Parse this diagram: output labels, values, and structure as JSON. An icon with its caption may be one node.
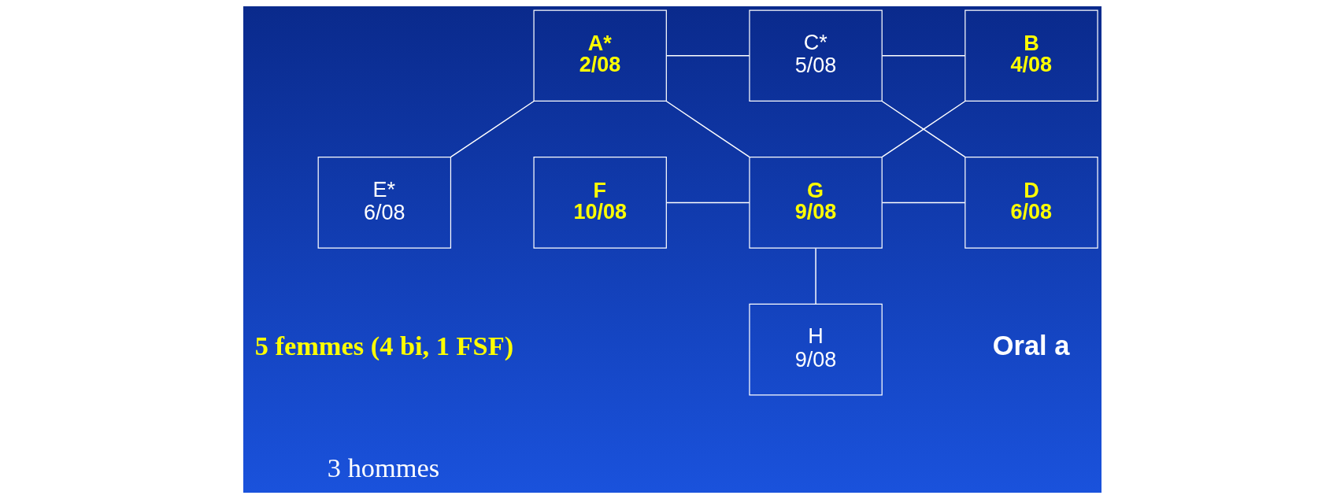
{
  "diagram": {
    "nodes": [
      {
        "text": [
          "A*",
          "2/08"
        ]
      },
      {
        "text": [
          "C*",
          "5/08"
        ]
      },
      {
        "text": [
          "B",
          "4/08"
        ]
      },
      {
        "text": [
          "E*",
          "6/08"
        ]
      },
      {
        "text": [
          "F",
          "10/08"
        ]
      },
      {
        "text": [
          "G",
          "9/08"
        ]
      },
      {
        "text": [
          "D",
          "6/08"
        ]
      },
      {
        "text": [
          "H",
          "9/08"
        ]
      }
    ],
    "edges": [
      {
        "from": 0,
        "to": 1,
        "arrow": "none"
      },
      {
        "from": 1,
        "to": 2,
        "arrow": "none"
      },
      {
        "from": 0,
        "to": 5,
        "arrow": "none"
      },
      {
        "from": 1,
        "to": 6,
        "arrow": "none"
      },
      {
        "from": 2,
        "to": 5,
        "arrow": "none"
      },
      {
        "from": 0,
        "to": 3,
        "arrow": "none"
      },
      {
        "from": 4,
        "to": 5,
        "arrow": "none"
      },
      {
        "from": 5,
        "to": 6,
        "arrow": "none"
      },
      {
        "from": 5,
        "to": 7,
        "arrow": "none"
      }
    ],
    "labels": [
      "5 femmes (4 bi, 1 FSF)",
      "3 hommes",
      "Oral a"
    ]
  }
}
